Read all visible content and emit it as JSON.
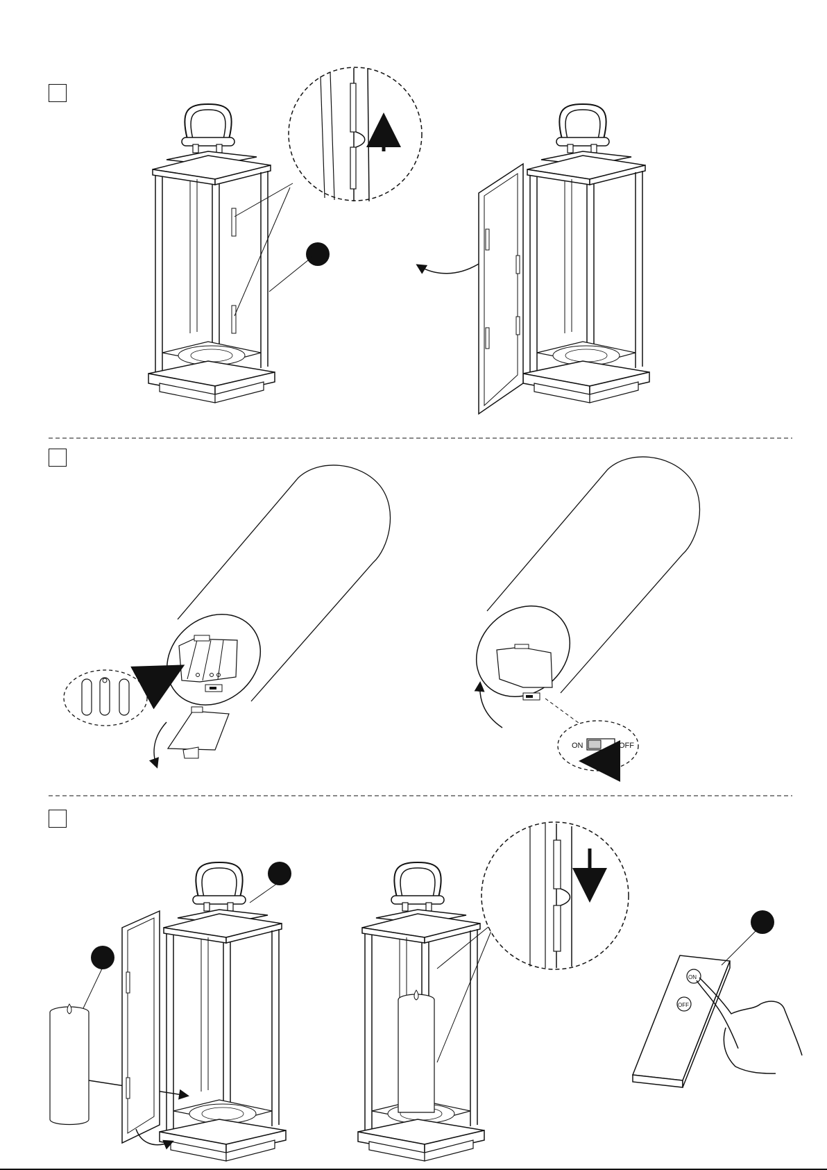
{
  "manual": {
    "steps": [
      {
        "number": "",
        "panels": [
          "open-lantern-door",
          "door-opened"
        ]
      },
      {
        "number": "",
        "panels": [
          "insert-batteries",
          "switch-on"
        ]
      },
      {
        "number": "",
        "panels": [
          "place-candle",
          "close-door",
          "remote-control"
        ]
      }
    ],
    "switch_labels": {
      "on": "ON",
      "off": "OFF"
    },
    "remote_labels": {
      "on": "ON",
      "off": "OFF"
    },
    "colors": {
      "line": "#111111",
      "background": "#ffffff",
      "callout": "#111111"
    }
  }
}
